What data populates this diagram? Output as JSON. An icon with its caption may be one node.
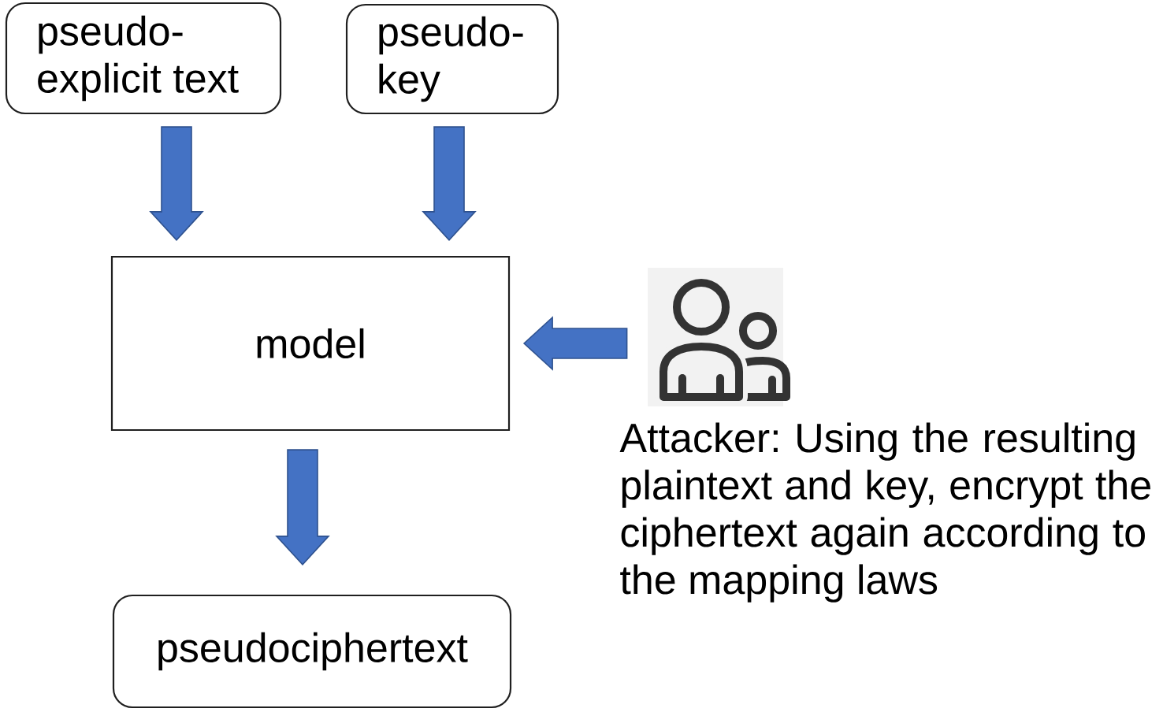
{
  "diagram": {
    "nodes": [
      {
        "text": [
          "pseudo-explicit text"
        ]
      },
      {
        "text": [
          "pseudo-key"
        ]
      },
      {
        "text": [
          "model"
        ]
      },
      {
        "text": [],
        "shape": "person",
        "beside": [
          "Attacker: Using the resulting plaintext and key, encrypt the ciphertext again according to the mapping laws"
        ]
      },
      {
        "text": [
          "pseudociphertext"
        ]
      }
    ],
    "edges": [
      {
        "from": 0,
        "to": 2,
        "arrow": "to"
      },
      {
        "from": 1,
        "to": 2,
        "arrow": "to"
      },
      {
        "from": 3,
        "to": 2,
        "arrow": "to"
      },
      {
        "from": 2,
        "to": 4,
        "arrow": "to"
      }
    ]
  }
}
